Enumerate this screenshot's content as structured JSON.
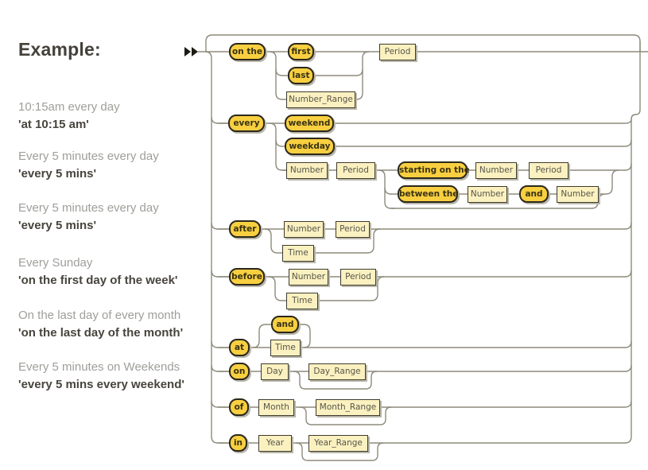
{
  "examples": {
    "heading": "Example:",
    "items": [
      {
        "description": "10:15am every day",
        "expression": "'at 10:15 am'"
      },
      {
        "description": "Every 5 minutes every day",
        "expression": "'every 5 mins'"
      },
      {
        "description": "Every 5 minutes every day",
        "expression": "'every 5 mins'"
      },
      {
        "description": "Every Sunday",
        "expression": "'on the first day of the week'"
      },
      {
        "description": "On the last day of every month",
        "expression": "'on the last day of the month'"
      },
      {
        "description": "Every 5 minutes on Weekends",
        "expression": "'every 5 mins every weekend'"
      }
    ]
  },
  "diagram": {
    "nodes": [
      {
        "label": "on the",
        "kind": "terminal"
      },
      {
        "label": "first",
        "kind": "terminal"
      },
      {
        "label": "last",
        "kind": "terminal"
      },
      {
        "label": "Number_Range",
        "kind": "nonterminal"
      },
      {
        "label": "Period",
        "kind": "nonterminal"
      },
      {
        "label": "every",
        "kind": "terminal"
      },
      {
        "label": "weekend",
        "kind": "terminal"
      },
      {
        "label": "weekday",
        "kind": "terminal"
      },
      {
        "label": "Number",
        "kind": "nonterminal"
      },
      {
        "label": "Period",
        "kind": "nonterminal"
      },
      {
        "label": "starting on the",
        "kind": "terminal"
      },
      {
        "label": "Number",
        "kind": "nonterminal"
      },
      {
        "label": "Period",
        "kind": "nonterminal"
      },
      {
        "label": "between the",
        "kind": "terminal"
      },
      {
        "label": "Number",
        "kind": "nonterminal"
      },
      {
        "label": "and",
        "kind": "terminal"
      },
      {
        "label": "Number",
        "kind": "nonterminal"
      },
      {
        "label": "after",
        "kind": "terminal"
      },
      {
        "label": "Number",
        "kind": "nonterminal"
      },
      {
        "label": "Period",
        "kind": "nonterminal"
      },
      {
        "label": "Time",
        "kind": "nonterminal"
      },
      {
        "label": "before",
        "kind": "terminal"
      },
      {
        "label": "Number",
        "kind": "nonterminal"
      },
      {
        "label": "Period",
        "kind": "nonterminal"
      },
      {
        "label": "Time",
        "kind": "nonterminal"
      },
      {
        "label": "and",
        "kind": "terminal"
      },
      {
        "label": "at",
        "kind": "terminal"
      },
      {
        "label": "Time",
        "kind": "nonterminal"
      },
      {
        "label": "on",
        "kind": "terminal"
      },
      {
        "label": "Day",
        "kind": "nonterminal"
      },
      {
        "label": "Day_Range",
        "kind": "nonterminal"
      },
      {
        "label": "of",
        "kind": "terminal"
      },
      {
        "label": "Month",
        "kind": "nonterminal"
      },
      {
        "label": "Month_Range",
        "kind": "nonterminal"
      },
      {
        "label": "in",
        "kind": "terminal"
      },
      {
        "label": "Year",
        "kind": "nonterminal"
      },
      {
        "label": "Year_Range",
        "kind": "nonterminal"
      }
    ],
    "colors": {
      "terminal_fill": "#f8cf40",
      "nonterminal_fill": "#fbf1c0",
      "line": "#8d8b7c",
      "shadow": "#b9b7ab"
    }
  }
}
